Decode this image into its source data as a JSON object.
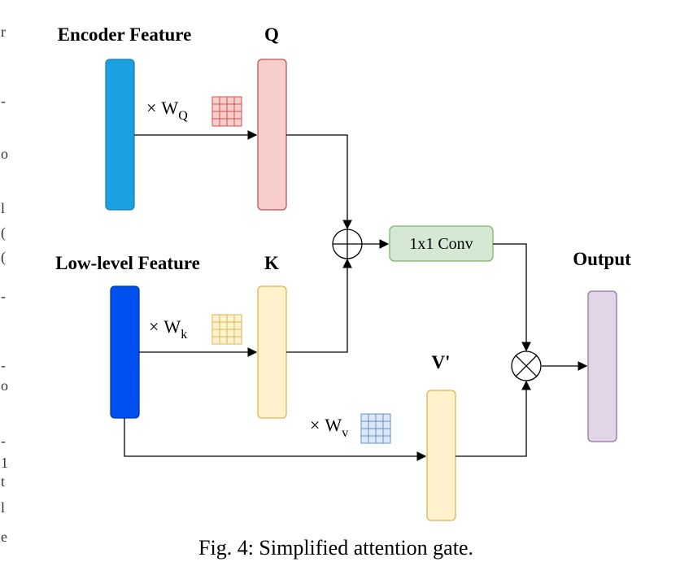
{
  "labels": {
    "encoder_feature": "Encoder Feature",
    "q": "Q",
    "low_level_feature": "Low-level Feature",
    "k": "K",
    "v_prime": "V'",
    "output": "Output",
    "conv": "1x1 Conv"
  },
  "weights": {
    "times": "×",
    "w": "W",
    "q_sub": "Q",
    "k_sub": "k",
    "v_sub": "v"
  },
  "caption": "Fig. 4: Simplified attention gate.",
  "gutter_glyphs": [
    "r",
    "-",
    "o",
    "l",
    "(",
    "(",
    "-",
    "-",
    "o",
    "-",
    "1",
    "t",
    "l",
    "e"
  ],
  "colors": {
    "encoder_fill": "#1ba1e2",
    "encoder_stroke": "#1e7fb8",
    "lowlevel_fill": "#0050ef",
    "lowlevel_stroke": "#0038a8",
    "q_fill": "#f8cecc",
    "q_stroke": "#b85450",
    "kv_fill": "#fff2cc",
    "kv_stroke": "#d6b656",
    "conv_fill": "#d5e8d4",
    "conv_stroke": "#82b366",
    "output_fill": "#e1d5e7",
    "output_stroke": "#9673a6",
    "grid_q_stroke": "#d05050",
    "grid_k_stroke": "#d6b656",
    "grid_v_stroke": "#6c8ebf",
    "grid_v_fill": "#dae8fc"
  }
}
